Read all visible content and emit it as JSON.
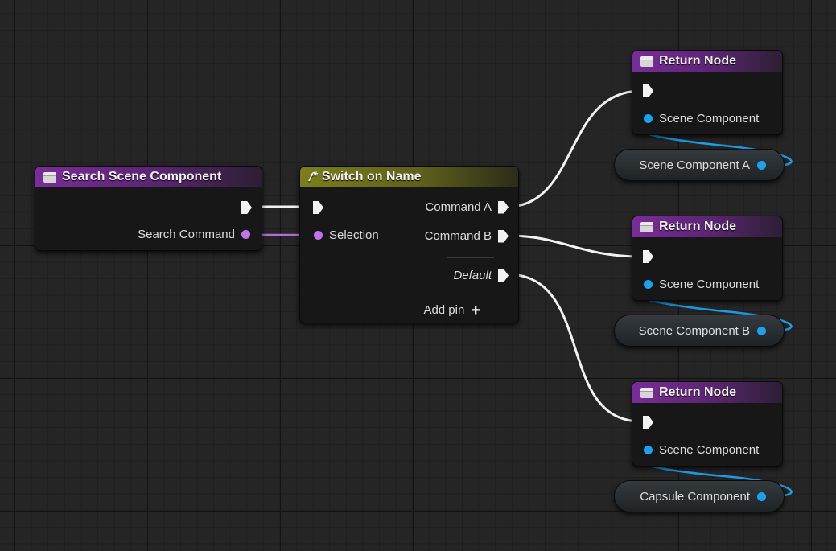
{
  "colors": {
    "exec": "#f2f2f2",
    "name_pin": "#c073ea",
    "object_pin": "#1aa2ee",
    "function_header": "#7a2c9a",
    "switch_header": "#7b7e1a"
  },
  "search_node": {
    "title": "Search Scene Component",
    "output_label": "Search Command"
  },
  "switch_node": {
    "icon": "f-switch-icon",
    "title": "Switch on Name",
    "input_label": "Selection",
    "outputs": [
      "Command A",
      "Command B",
      "Default"
    ],
    "add_pin_label": "Add pin"
  },
  "return_nodes": [
    {
      "title": "Return Node",
      "pin_label": "Scene Component",
      "variable": "Scene Component A"
    },
    {
      "title": "Return Node",
      "pin_label": "Scene Component",
      "variable": "Scene Component B"
    },
    {
      "title": "Return Node",
      "pin_label": "Scene Component",
      "variable": "Capsule Component"
    }
  ]
}
